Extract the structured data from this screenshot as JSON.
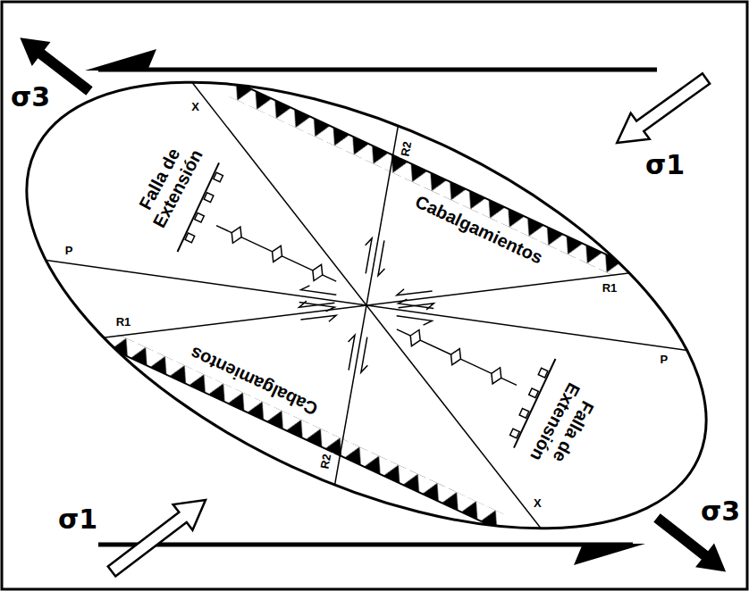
{
  "diagram": {
    "labels": [
      "σ3",
      "X",
      "R2",
      "σ1",
      "Falla de Extensión",
      "Cabalgamientos",
      "P",
      "R1",
      "P",
      "R1",
      "Cabalgamientos",
      "R2",
      "σ1",
      "Falla de Extensión",
      "X",
      "σ3"
    ]
  }
}
